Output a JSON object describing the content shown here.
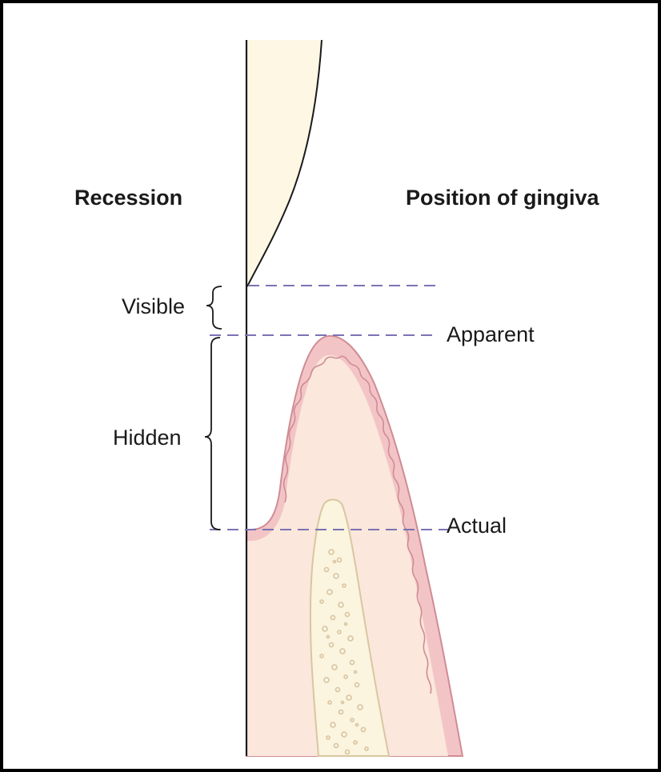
{
  "headings": {
    "left": "Recession",
    "right": "Position of gingiva"
  },
  "recession_labels": {
    "visible": "Visible",
    "hidden": "Hidden"
  },
  "gingiva_positions": {
    "apparent": "Apparent",
    "actual": "Actual"
  },
  "colors": {
    "enamel": "#fdf7e4",
    "gingiva_tissue": "#fbe7dc",
    "gingiva_epithelium": "#f3c4c6",
    "epithelium_outline": "#cf8c95",
    "bone": "#fbf4de",
    "bone_outline": "#d8c7a0",
    "bone_speckle": "#d8c4a2",
    "dashed_line": "#7b73b2",
    "tooth_line": "#1a1a1a"
  }
}
